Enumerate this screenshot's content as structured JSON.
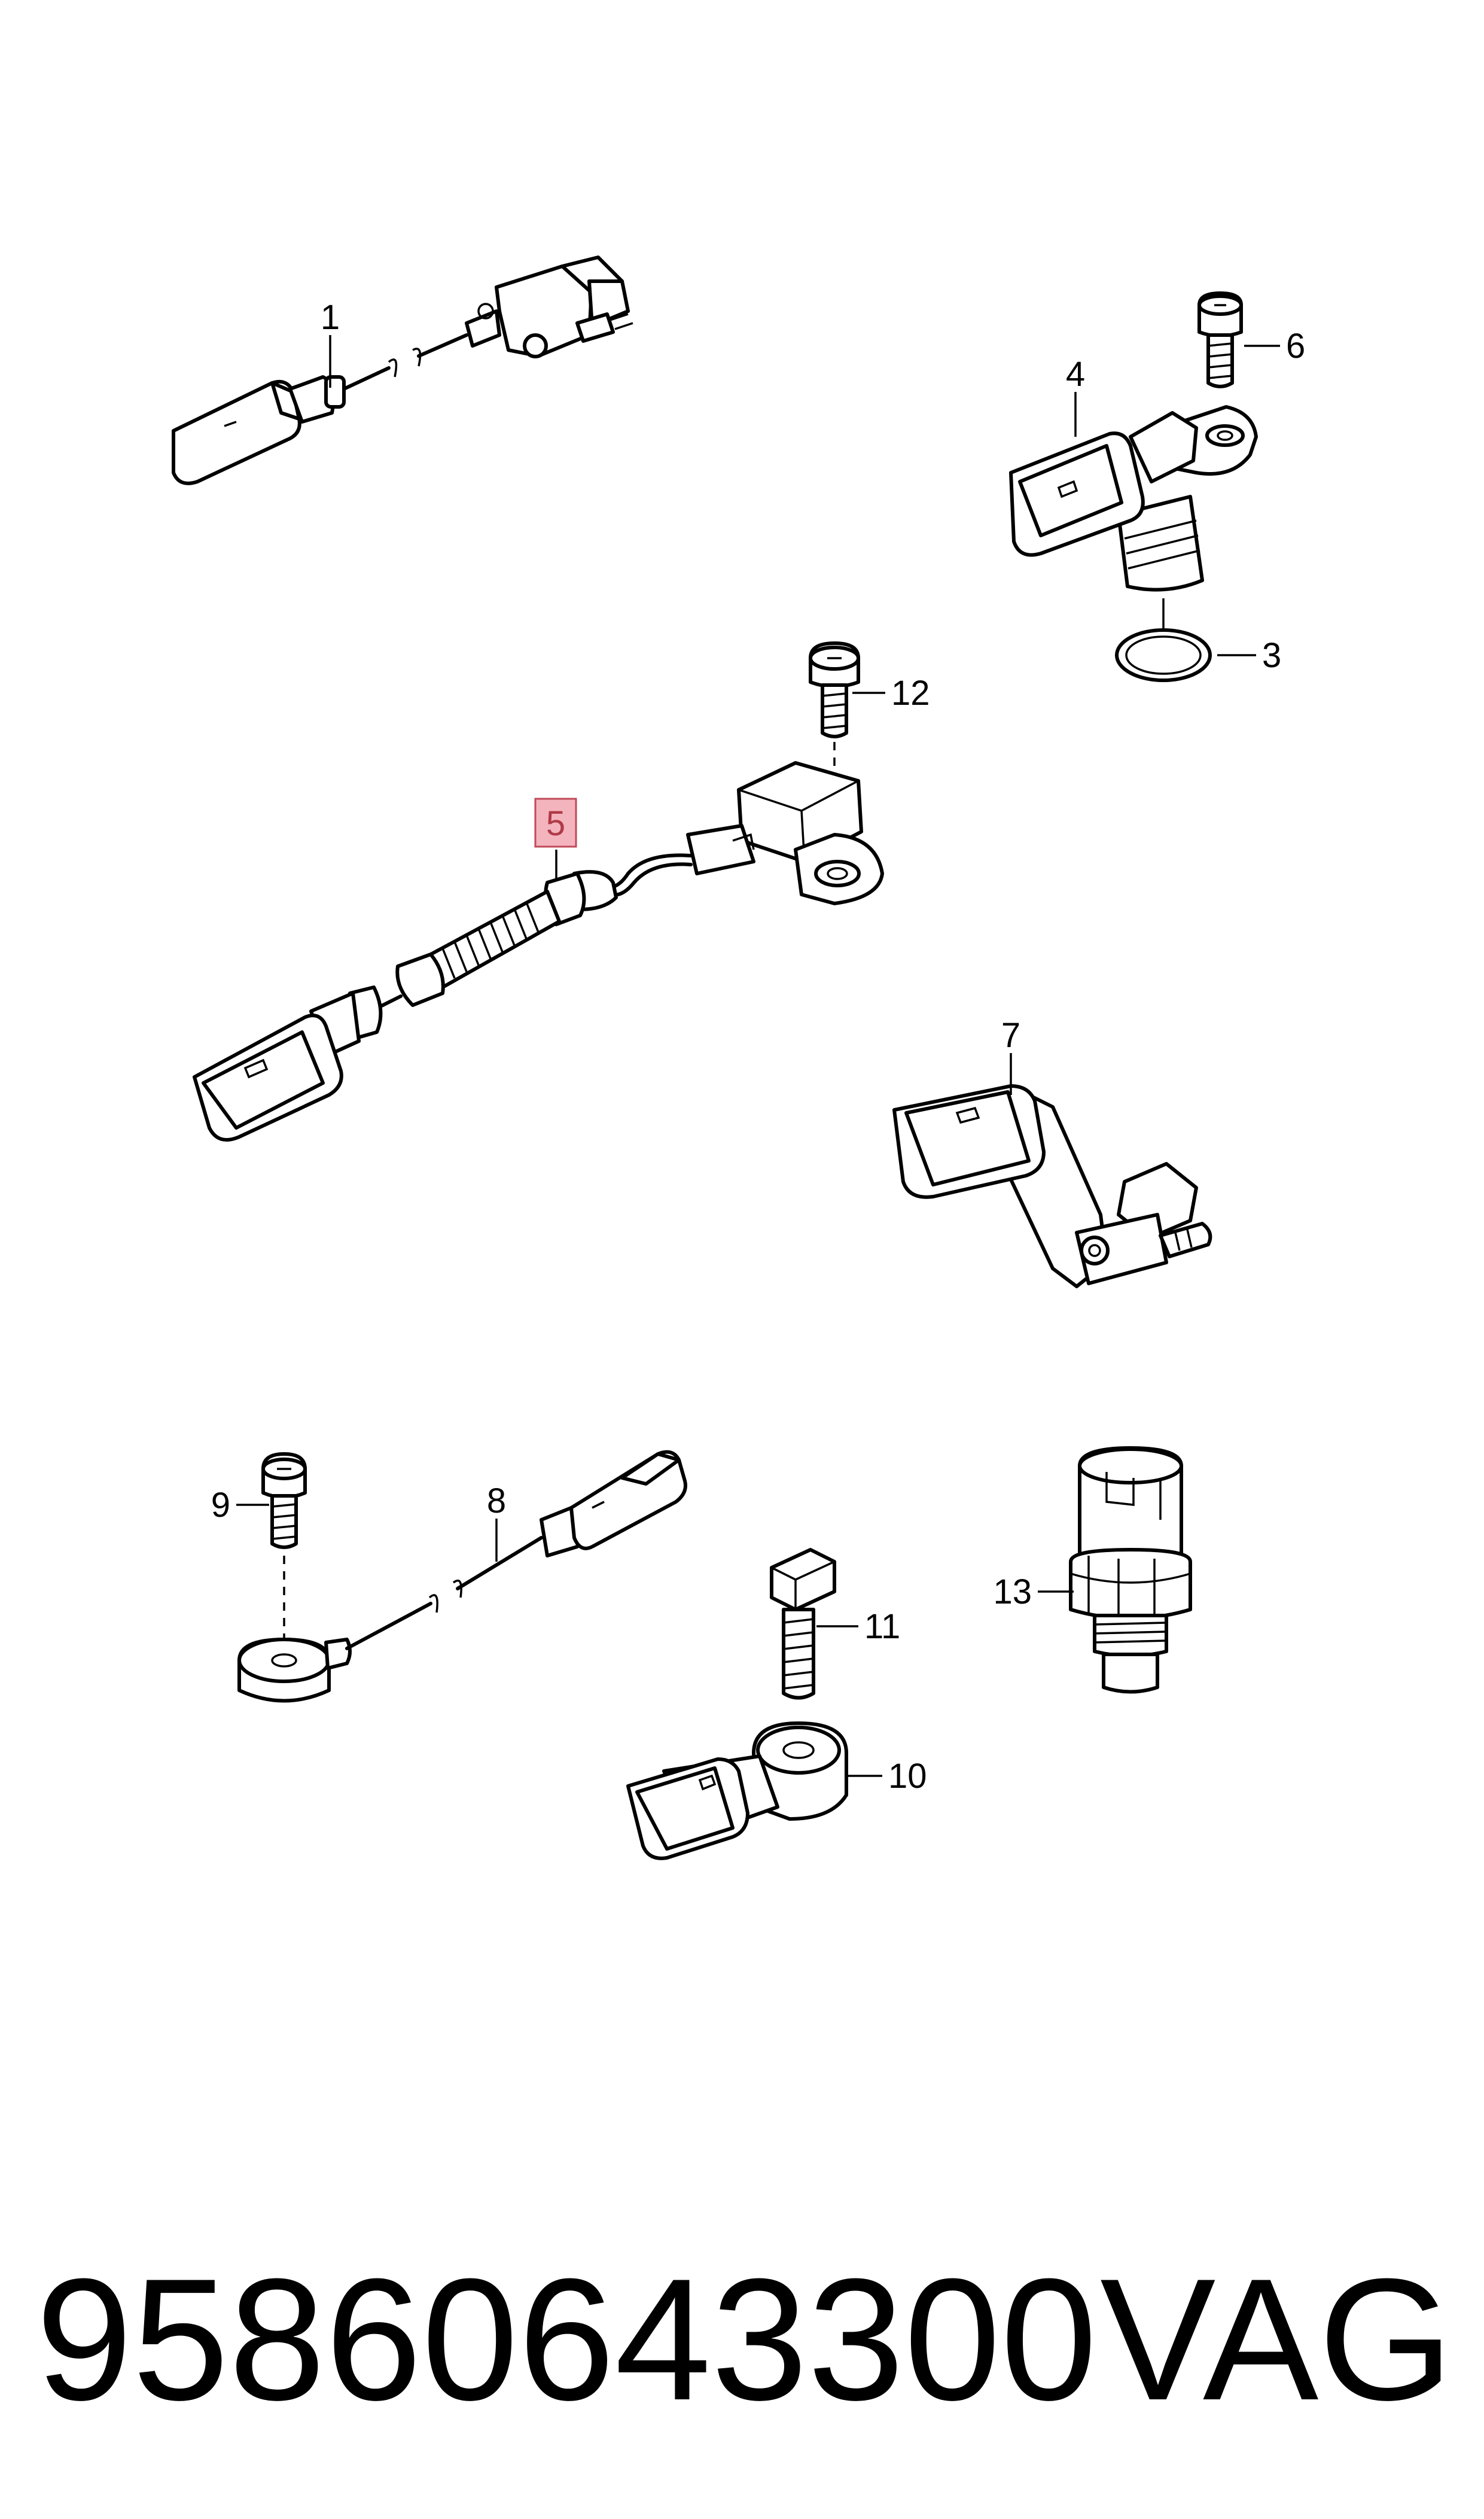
{
  "callouts": {
    "p1": "1",
    "p3": "3",
    "p4": "4",
    "p5": "5",
    "p6": "6",
    "p7": "7",
    "p8": "8",
    "p9": "9",
    "p10": "10",
    "p11": "11",
    "p12": "12",
    "p13": "13"
  },
  "highlighted_callout": "5",
  "highlight_color": "#f4b4be",
  "footer": {
    "part_number": "95860643300",
    "brand": "VAG"
  }
}
